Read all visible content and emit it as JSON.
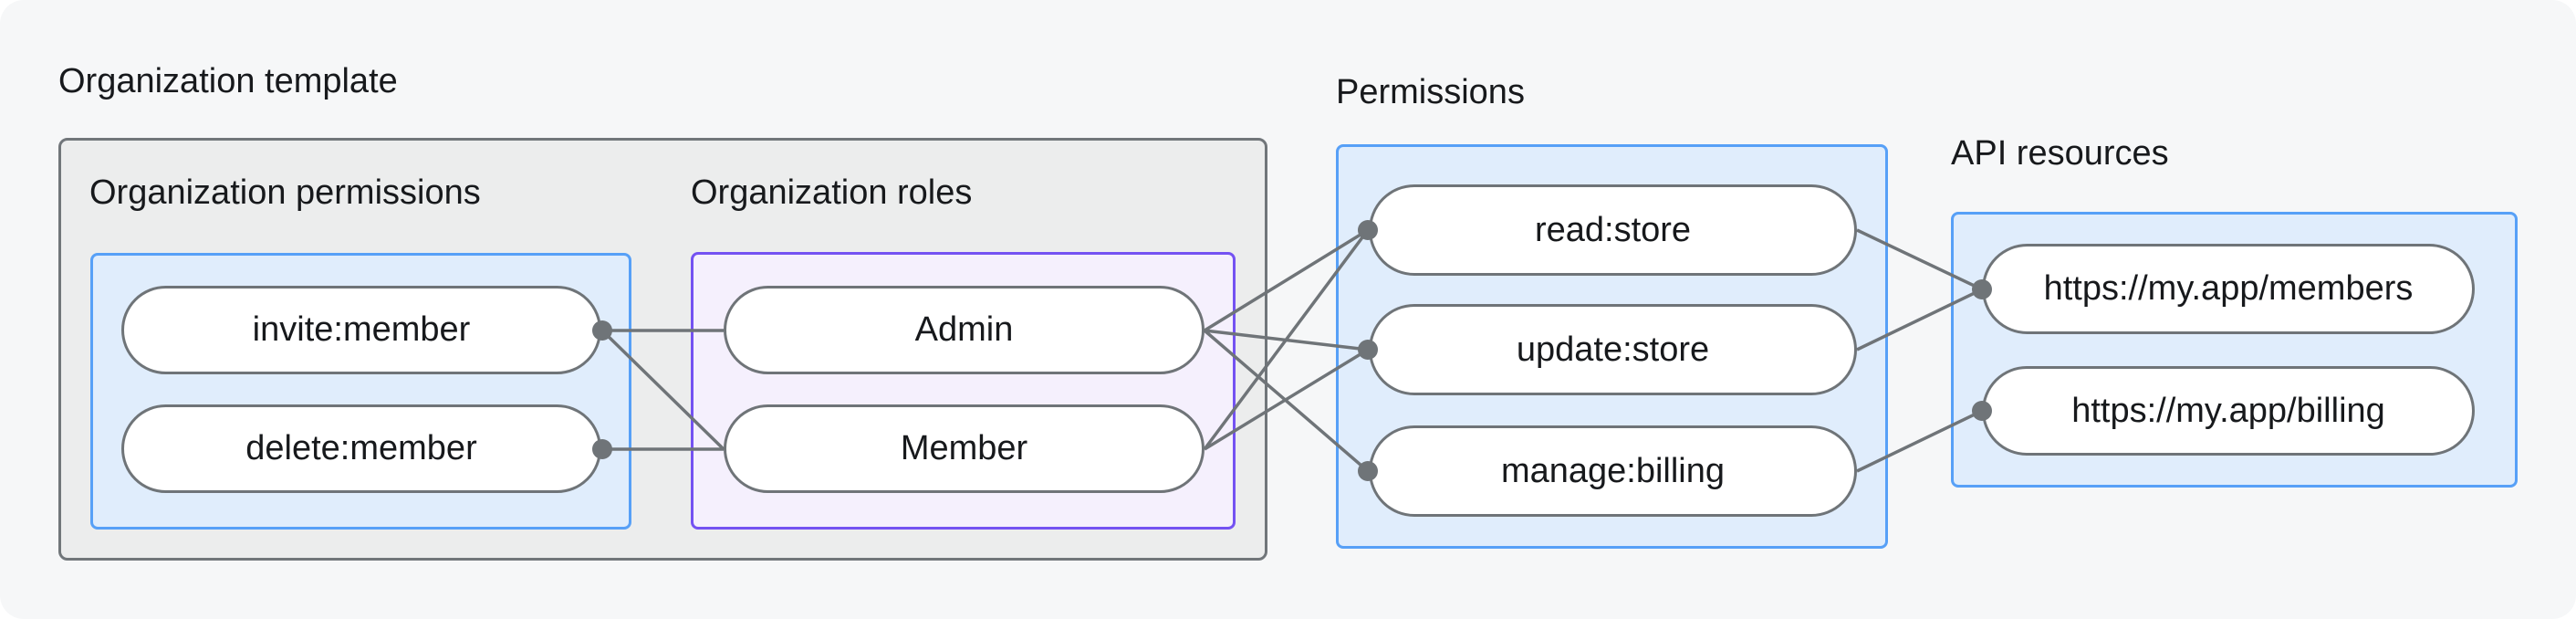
{
  "title": "Organization template",
  "sections": {
    "orgPermissions": {
      "title": "Organization permissions",
      "nodes": [
        "invite:member",
        "delete:member"
      ]
    },
    "orgRoles": {
      "title": "Organization roles",
      "nodes": [
        "Admin",
        "Member"
      ]
    },
    "permissions": {
      "title": "Permissions",
      "nodes": [
        "read:store",
        "update:store",
        "manage:billing"
      ]
    },
    "apiResources": {
      "title": "API resources",
      "nodes": [
        "https://my.app/members",
        "https://my.app/billing"
      ]
    }
  },
  "edges": [
    {
      "from": "invite:member",
      "to": "Admin"
    },
    {
      "from": "invite:member",
      "to": "Member"
    },
    {
      "from": "delete:member",
      "to": "Member"
    },
    {
      "from": "Admin",
      "to": "read:store"
    },
    {
      "from": "Admin",
      "to": "update:store"
    },
    {
      "from": "Admin",
      "to": "manage:billing"
    },
    {
      "from": "Member",
      "to": "read:store"
    },
    {
      "from": "Member",
      "to": "update:store"
    },
    {
      "from": "read:store",
      "to": "https://my.app/members"
    },
    {
      "from": "update:store",
      "to": "https://my.app/members"
    },
    {
      "from": "manage:billing",
      "to": "https://my.app/billing"
    }
  ],
  "colors": {
    "panel_bg": "#F6F7F8",
    "gray_box_fill": "#ECEDED",
    "gray_box_border": "#71767A",
    "blue_box_fill": "#E0EDFC",
    "blue_box_border": "#57A0F7",
    "purple_box_fill": "#F5F0FD",
    "purple_box_border": "#7452F2",
    "wire": "#6F7478",
    "text": "#17191C"
  }
}
